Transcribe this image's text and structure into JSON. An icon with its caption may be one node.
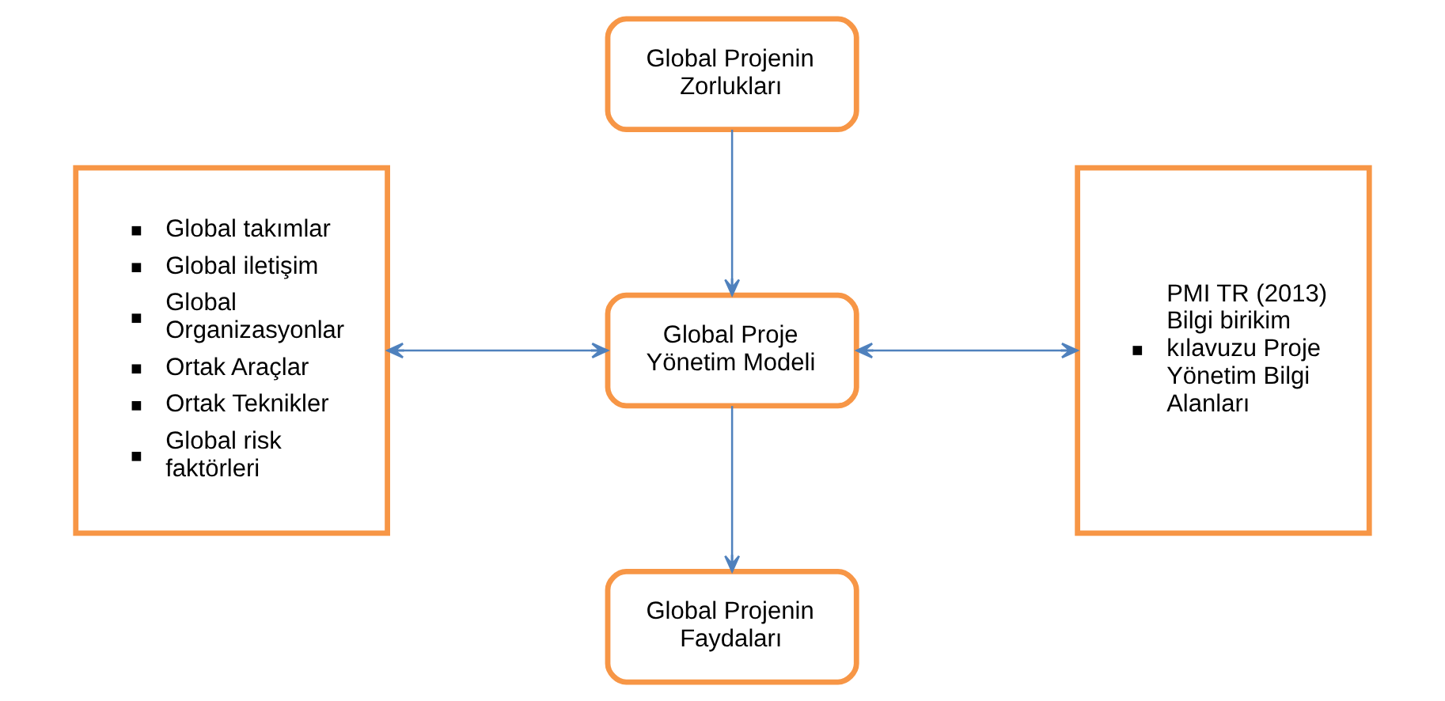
{
  "diagram": {
    "nodes": [
      {
        "text": [
          "Global takımlar",
          "Global iletişim",
          "Global Organizasyonlar",
          "Ortak Araçlar",
          "Ortak Teknikler",
          "Global risk faktörleri"
        ]
      },
      {
        "text": [
          "Global Projenin Zorlukları"
        ]
      },
      {
        "text": [
          "Global Proje Yönetim Modeli"
        ]
      },
      {
        "text": [
          "PMI TR (2013) Bilgi birikim kılavuzu Proje Yönetim Bilgi Alanları"
        ]
      },
      {
        "text": [
          "Global Projenin Faydaları"
        ]
      }
    ],
    "edges": [
      {
        "from": 1,
        "to": 2,
        "arrow": "to"
      },
      {
        "from": 0,
        "to": 2,
        "arrow": "both"
      },
      {
        "from": 2,
        "to": 3,
        "arrow": "both"
      },
      {
        "from": 2,
        "to": 4,
        "arrow": "to"
      }
    ]
  }
}
